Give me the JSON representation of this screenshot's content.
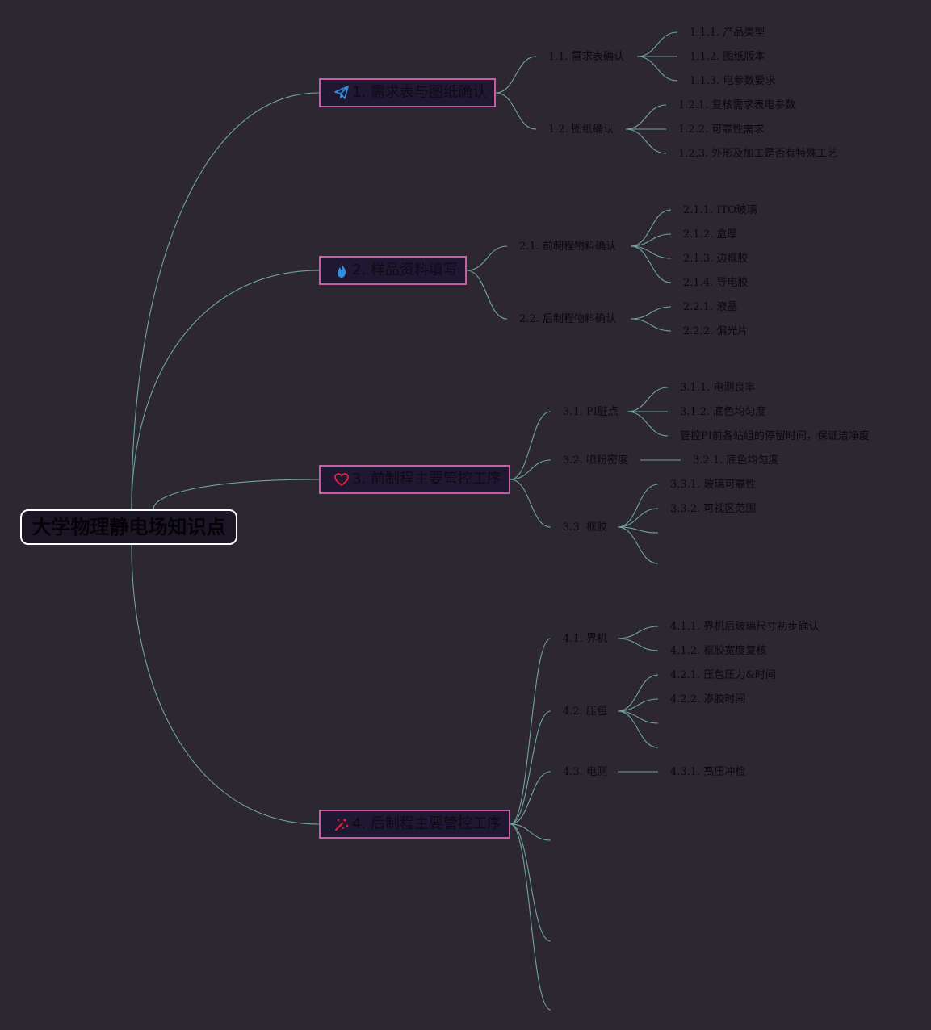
{
  "root": {
    "label": "大学物理静电场知识点"
  },
  "branches": [
    {
      "label": "1. 需求表与图纸确认",
      "icon": "paper-plane-icon",
      "children": [
        {
          "label": "1.1. 需求表确认",
          "children": [
            {
              "label": "1.1.1. 产品类型"
            },
            {
              "label": "1.1.2. 图纸版本"
            },
            {
              "label": "1.1.3. 电参数要求"
            }
          ]
        },
        {
          "label": "1.2. 图纸确认",
          "children": [
            {
              "label": "1.2.1. 复核需求表电参数"
            },
            {
              "label": "1.2.2. 可靠性需求"
            },
            {
              "label": "1.2.3. 外形及加工是否有特殊工艺"
            }
          ]
        }
      ]
    },
    {
      "label": "2. 样品资料填写",
      "icon": "fire-icon",
      "children": [
        {
          "label": "2.1. 前制程物料确认",
          "children": [
            {
              "label": "2.1.1. ITO玻璃"
            },
            {
              "label": "2.1.2. 盒厚"
            },
            {
              "label": "2.1.3. 边框胶"
            },
            {
              "label": "2.1.4. 导电胶"
            }
          ]
        },
        {
          "label": "2.2. 后制程物料确认",
          "children": [
            {
              "label": "2.2.1. 液晶"
            },
            {
              "label": "2.2.2. 偏光片"
            }
          ]
        }
      ]
    },
    {
      "label": "3. 前制程主要管控工序",
      "icon": "heart-icon",
      "children": [
        {
          "label": "3.1. PI脏点",
          "children": [
            {
              "label": "3.1.1. 电测良率"
            },
            {
              "label": "3.1.2. 底色均匀度"
            },
            {
              "label": "管控PI前各站组的停留时间，保证洁净度"
            }
          ]
        },
        {
          "label": "3.2. 喷粉密度",
          "children": [
            {
              "label": "3.2.1. 底色均匀度"
            }
          ]
        },
        {
          "label": "3.3. 框胶",
          "children": [
            {
              "label": "3.3.1. 玻璃可靠性"
            },
            {
              "label": "3.3.2. 可视区范围"
            },
            {
              "label": ""
            },
            {
              "label": ""
            }
          ]
        }
      ]
    },
    {
      "label": "4. 后制程主要管控工序",
      "icon": "magic-wand-icon",
      "children": [
        {
          "label": "4.1. 界机",
          "children": [
            {
              "label": "4.1.1. 界机后玻璃尺寸初步确认"
            },
            {
              "label": "4.1.2. 框胶宽度复核"
            }
          ]
        },
        {
          "label": "4.2. 压包",
          "children": [
            {
              "label": "4.2.1. 压包压力&时间"
            },
            {
              "label": "4.2.2. 渗胶时间"
            },
            {
              "label": ""
            },
            {
              "label": ""
            }
          ]
        },
        {
          "label": "4.3. 电测",
          "children": [
            {
              "label": "4.3.1. 高压冲检"
            }
          ]
        },
        {
          "label": "",
          "children": []
        },
        {
          "label": "",
          "children": []
        },
        {
          "label": "",
          "children": []
        }
      ]
    }
  ],
  "colors": {
    "background": "#2c2731",
    "edge": "#6fa5a0",
    "branch_border": "#c65ea1",
    "branch_fill": "#201833",
    "root_border": "#ffffff",
    "root_fill": "#1b1626",
    "icon_plane": "#2f8fe0",
    "icon_fire": "#2f8fe0",
    "icon_heart": "#e0233f",
    "icon_wand": "#e0233f"
  }
}
